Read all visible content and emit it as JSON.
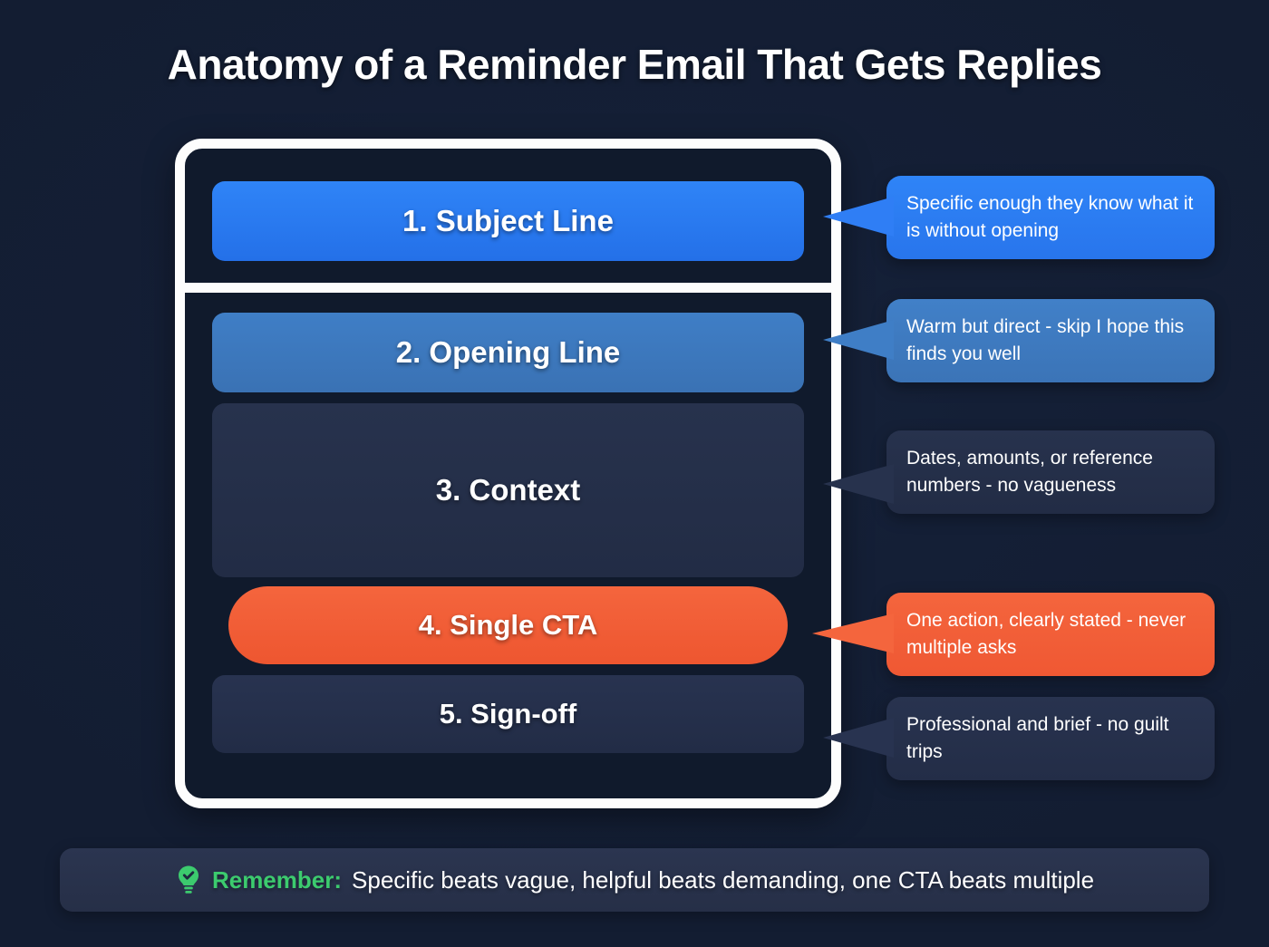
{
  "title": "Anatomy of a Reminder Email That Gets Replies",
  "colors": {
    "background": "#141f36",
    "frame_border": "#fdfdfd",
    "accent_blue": "#2f84f7",
    "accent_blue_muted": "#3f7ec6",
    "accent_slate": "#27324d",
    "accent_orange": "#f4653d",
    "accent_green": "#3ccb6e"
  },
  "email_structure": {
    "rows": [
      {
        "label": "1. Subject Line",
        "color": "#2f84f7",
        "shape": "rounded-rect"
      },
      {
        "label": "2. Opening Line",
        "color": "#3f7ec6",
        "shape": "rounded-rect"
      },
      {
        "label": "3. Context",
        "color": "#27324d",
        "shape": "rounded-rect-tall"
      },
      {
        "label": "4. Single CTA",
        "color": "#f4653d",
        "shape": "pill"
      },
      {
        "label": "5. Sign-off",
        "color": "#283350",
        "shape": "rounded-rect"
      }
    ]
  },
  "callouts": [
    {
      "text": "Specific enough they know what it is without opening",
      "color": "#2f84f7"
    },
    {
      "text": "Warm but direct - skip I hope this finds you well",
      "color": "#4180c8"
    },
    {
      "text": "Dates, amounts, or reference numbers - no vagueness",
      "color": "#27324d"
    },
    {
      "text": "One action, clearly stated - never multiple asks",
      "color": "#f4653d"
    },
    {
      "text": "Professional and brief - no guilt trips",
      "color": "#28334f"
    }
  ],
  "footer": {
    "icon": "lightbulb-check-icon",
    "label": "Remember:",
    "text": "Specific beats vague, helpful beats demanding, one CTA beats multiple"
  }
}
